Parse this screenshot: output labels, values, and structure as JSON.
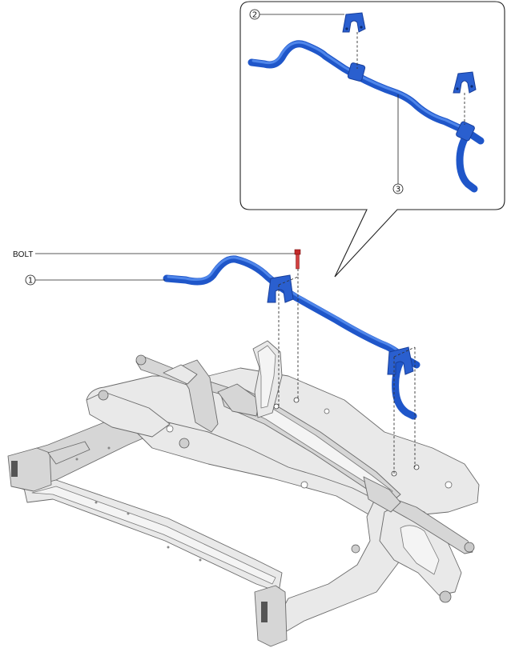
{
  "labels": {
    "bolt": "BOLT",
    "callout_1": "1",
    "callout_2": "2",
    "callout_3": "3"
  },
  "colors": {
    "stabilizer_bar": "#1f56c9",
    "bolt": "#c22a2a",
    "subframe": "#e9e9e9",
    "outline": "#6a6a6a"
  },
  "icons": {
    "callout": "circled-number"
  }
}
